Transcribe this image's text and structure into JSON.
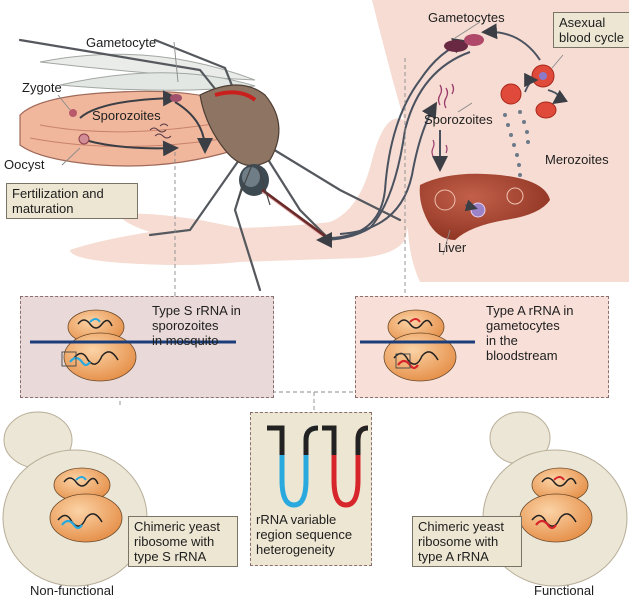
{
  "labels": {
    "gametocyte": "Gametocyte",
    "zygote": "Zygote",
    "sporozoites_mosquito": "Sporozoites",
    "oocyst": "Oocyst",
    "fertilization_box": "Fertilization and\nmaturation",
    "gametocytes_human": "Gametocytes",
    "asexual_box": "Asexual\nblood cycle",
    "sporozoites_human": "Sporozoites",
    "merozoites": "Merozoites",
    "liver": "Liver"
  },
  "panels": {
    "type_s": "Type S rRNA in\nsporozoites\nin mosquito",
    "type_a": "Type A rRNA in\ngametocytes\nin the\nbloodstream",
    "variable": "rRNA variable\nregion sequence\nheterogeneity",
    "chimeric_s": "Chimeric yeast\nribosome with\ntype S rRNA",
    "chimeric_a": "Chimeric yeast\nribosome with\ntype A rRNA"
  },
  "outcomes": {
    "left": "Non-functional",
    "right": "Functional"
  },
  "colors": {
    "skin": "#f6dcd2",
    "ribosome": "#f0a86a",
    "type_s_rna": "#29a9de",
    "type_a_rna": "#d7262b",
    "panel_s_bg": "#ead9d9",
    "panel_a_bg": "#f8e0d9",
    "beige": "#ede6d3",
    "yeast": "#ece6d6",
    "liver": "#a5442f",
    "mrna_line": "#1b3e7a"
  }
}
